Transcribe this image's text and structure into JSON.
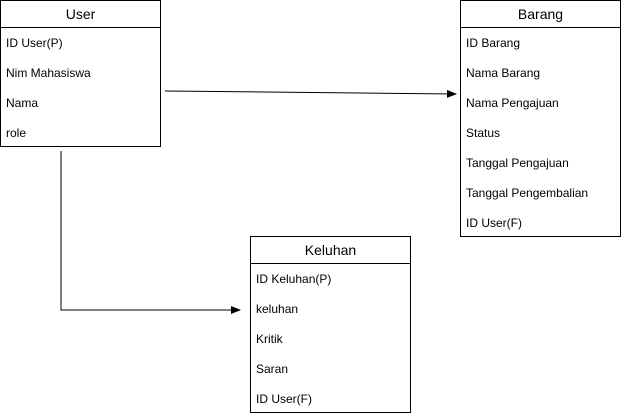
{
  "entities": {
    "user": {
      "title": "User",
      "fields": [
        "ID User(P)",
        "Nim Mahasiswa",
        "Nama",
        "role"
      ]
    },
    "barang": {
      "title": "Barang",
      "fields": [
        "ID Barang",
        "Nama Barang",
        "Nama Pengajuan",
        "Status",
        "Tanggal Pengajuan",
        "Tanggal Pengembalian",
        "ID User(F)"
      ]
    },
    "keluhan": {
      "title": "Keluhan",
      "fields": [
        "ID Keluhan(P)",
        "keluhan",
        "Kritik",
        "Saran",
        "ID User(F)"
      ]
    }
  },
  "colors": {
    "line": "#000000",
    "background": "#ffffff"
  }
}
